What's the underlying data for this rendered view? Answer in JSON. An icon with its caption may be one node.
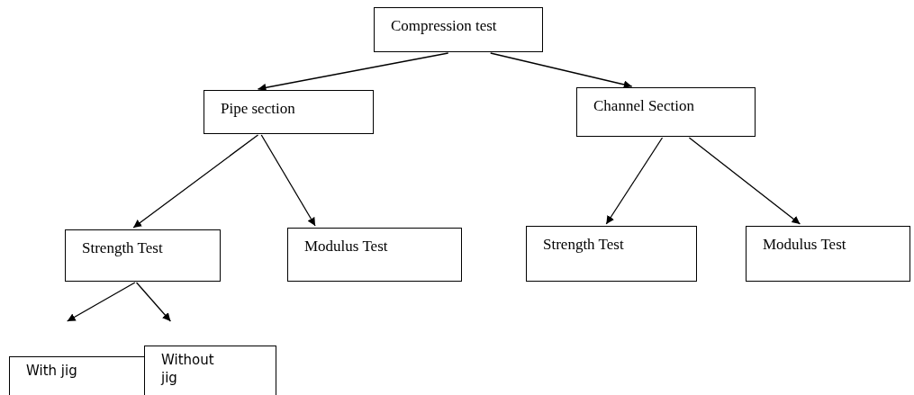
{
  "diagram": {
    "nodes": [
      {
        "text": [
          "Compression test"
        ]
      },
      {
        "text": [
          "Pipe section"
        ]
      },
      {
        "text": [
          "Channel Section"
        ]
      },
      {
        "text": [
          "Strength Test"
        ]
      },
      {
        "text": [
          "Modulus Test"
        ]
      },
      {
        "text": [
          "Strength Test"
        ]
      },
      {
        "text": [
          "Modulus Test"
        ]
      },
      {
        "text": [
          "With jig"
        ]
      },
      {
        "text": [
          "Without jig"
        ]
      }
    ],
    "edges": [
      {
        "from": 0,
        "to": 1,
        "arrow": "to"
      },
      {
        "from": 0,
        "to": 2,
        "arrow": "to"
      },
      {
        "from": 1,
        "to": 3,
        "arrow": "to"
      },
      {
        "from": 1,
        "to": 4,
        "arrow": "to"
      },
      {
        "from": 2,
        "to": 5,
        "arrow": "to"
      },
      {
        "from": 2,
        "to": 6,
        "arrow": "to"
      },
      {
        "from": 3,
        "to": 7,
        "arrow": "to"
      },
      {
        "from": 3,
        "to": 8,
        "arrow": "to"
      }
    ]
  }
}
